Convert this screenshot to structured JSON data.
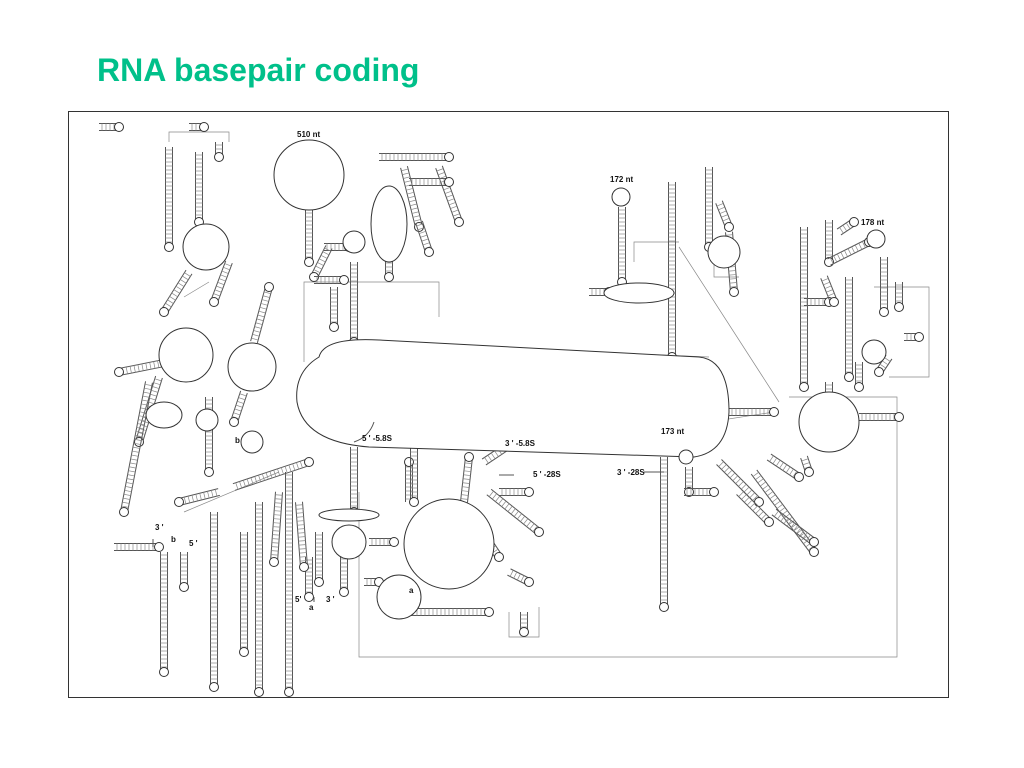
{
  "title": "RNA basepair coding",
  "diagram": {
    "labels": {
      "nt510": "510  nt",
      "nt172": "172  nt",
      "nt178": "178  nt",
      "nt173": "173  nt",
      "b_left": "b",
      "b_lower": "b",
      "three_prime_lower": "3 '",
      "five_prime_lower": "5 '",
      "five_prime_58S": "5 ' -5.8S",
      "three_prime_58S": "3 ' -5.8S",
      "five_prime_28S": "5 ' -28S",
      "three_prime_28S": "3 ' -28S",
      "five_prime_a": "5'",
      "three_prime_a": "3 '",
      "a_left": "a",
      "a_center": "a"
    }
  }
}
